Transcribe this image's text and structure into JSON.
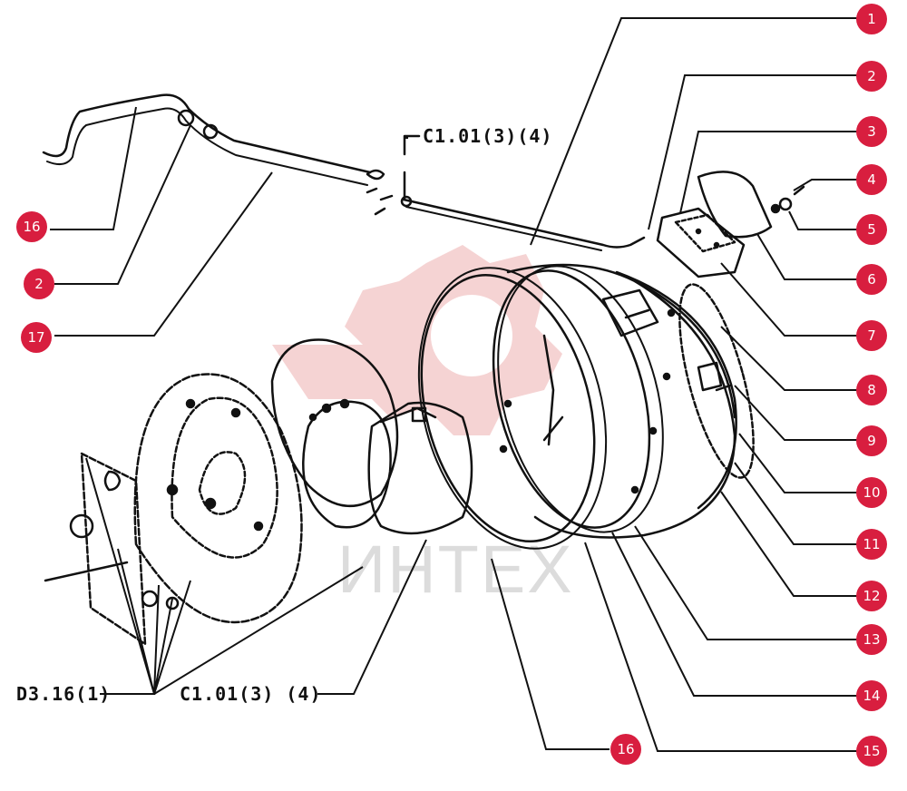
{
  "callouts": [
    "1",
    "2",
    "3",
    "4",
    "5",
    "6",
    "7",
    "8",
    "9",
    "10",
    "11",
    "12",
    "13",
    "14",
    "15",
    "16",
    "2",
    "17",
    "16"
  ],
  "references": {
    "ref_top": "C1.01(3)(4)",
    "ref_bottom_left": "D3.16(1)",
    "ref_bottom_center": "C1.01(3) (4)"
  },
  "watermark": {
    "text": "ИНТЕХ"
  },
  "colors": {
    "badge": "#d81e3f",
    "line": "#111111",
    "watermark": "#f2c9c9"
  }
}
